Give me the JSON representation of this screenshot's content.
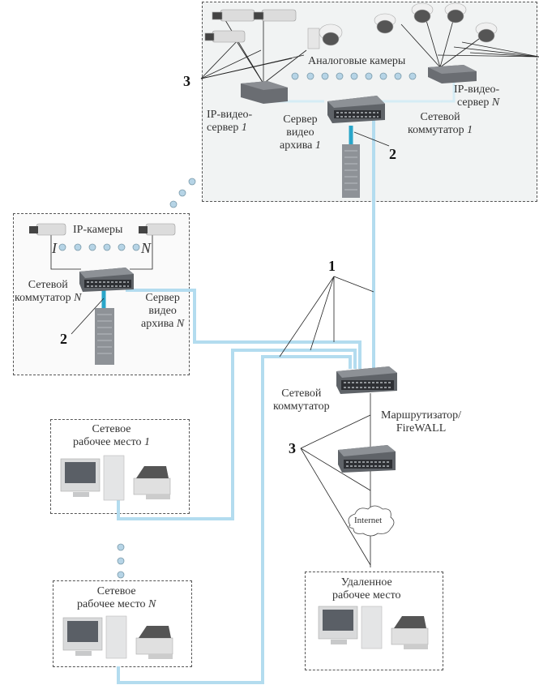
{
  "diagram": {
    "type": "network-topology",
    "subject": "Video surveillance system network"
  },
  "site1": {
    "analog_cameras_label": "Аналоговые камеры",
    "ip_video_server_1": [
      "IP-видео-",
      "сервер "
    ],
    "ip_video_server_1_index": "1",
    "ip_video_server_n": [
      "IP-видео-",
      "сервер "
    ],
    "ip_video_server_n_index": "N",
    "archive_server": [
      "Сервер",
      "видео",
      "архива "
    ],
    "archive_server_index": "1",
    "network_switch": [
      "Сетевой",
      "коммутатор "
    ],
    "network_switch_index": "1",
    "callout_2": "2",
    "callout_3": "3"
  },
  "siteN": {
    "ip_cameras_label": "IP-камеры",
    "camera_first": "I",
    "camera_last": "N",
    "network_switch": [
      "Сетевой",
      "коммутатор "
    ],
    "network_switch_index": "N",
    "archive_server": [
      "Сервер",
      "видео",
      "архива "
    ],
    "archive_server_index": "N",
    "callout_2": "2"
  },
  "core": {
    "callout_1": "1",
    "callout_3": "3",
    "network_switch": [
      "Сетевой",
      "коммутатор"
    ],
    "router": [
      "Маршрутизатор/",
      "FireWALL"
    ],
    "internet": "Internet"
  },
  "workstations": [
    {
      "title": [
        "Сетевое",
        "рабочее место "
      ],
      "index": "1"
    },
    {
      "title": [
        "Сетевое",
        "рабочее место "
      ],
      "index": "N"
    }
  ],
  "remote_workstation": {
    "title": [
      "Удаленное",
      "рабочее место"
    ]
  },
  "colors": {
    "link_cable": "#b3dcef",
    "server_link": "#2aa6c9",
    "dot_fill": "#b6d4e6",
    "site_bg": "#f3f4f4"
  }
}
